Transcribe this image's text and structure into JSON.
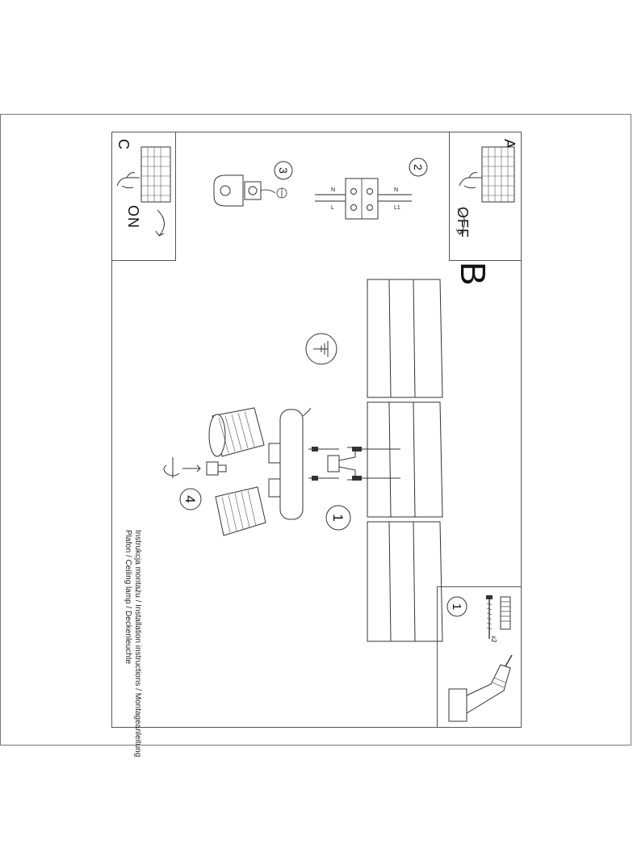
{
  "sections": {
    "main_label": "B",
    "panel_a": {
      "label": "A",
      "switch_state": "OFF"
    },
    "panel_c": {
      "label": "C",
      "switch_state": "ON"
    },
    "panel_drill": {
      "step": "1",
      "quantity": "x2"
    }
  },
  "steps": {
    "s1": "1",
    "s2": "2",
    "s3": "3",
    "s4": "4",
    "s1_panel": "1"
  },
  "wiring": {
    "n": "N",
    "l": "L",
    "l1": "L1"
  },
  "caption": {
    "line1": "Instrukcja montażu / Installation instructions / Montageanleitung",
    "line2": "Plafon / Ceiling lamp / Deckenleuchte"
  },
  "icons": [
    "fuse-box-icon",
    "hand-icon",
    "curved-arrow-icon",
    "ground-symbol-icon",
    "drill-icon",
    "screw-icon",
    "wall-plug-icon",
    "rotate-arrow-icon"
  ]
}
